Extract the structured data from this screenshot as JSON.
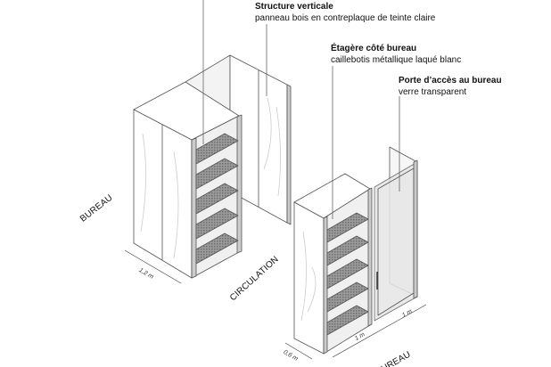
{
  "annotations": [
    {
      "title": "Structure verticale",
      "desc": "panneau bois en contreplaque de teinte claire"
    },
    {
      "title": "Étagère côté bureau",
      "desc": "caillebotis métallique laqué blanc"
    },
    {
      "title": "Porte d’accès au bureau",
      "desc": "verre transparent"
    }
  ],
  "zones": {
    "bureau_left": "BUREAU",
    "circulation": "CIRCULATION",
    "bureau_bottom": "BUREAU"
  },
  "dimensions": {
    "left_width": "1,2 m",
    "depth": "0,6 m",
    "shelf_width": "1 m",
    "door_width": "1 m"
  },
  "colors": {
    "line": "#555555",
    "panel": "#ffffff",
    "shelf": "#8a8a8a",
    "glass": "#ececec"
  }
}
